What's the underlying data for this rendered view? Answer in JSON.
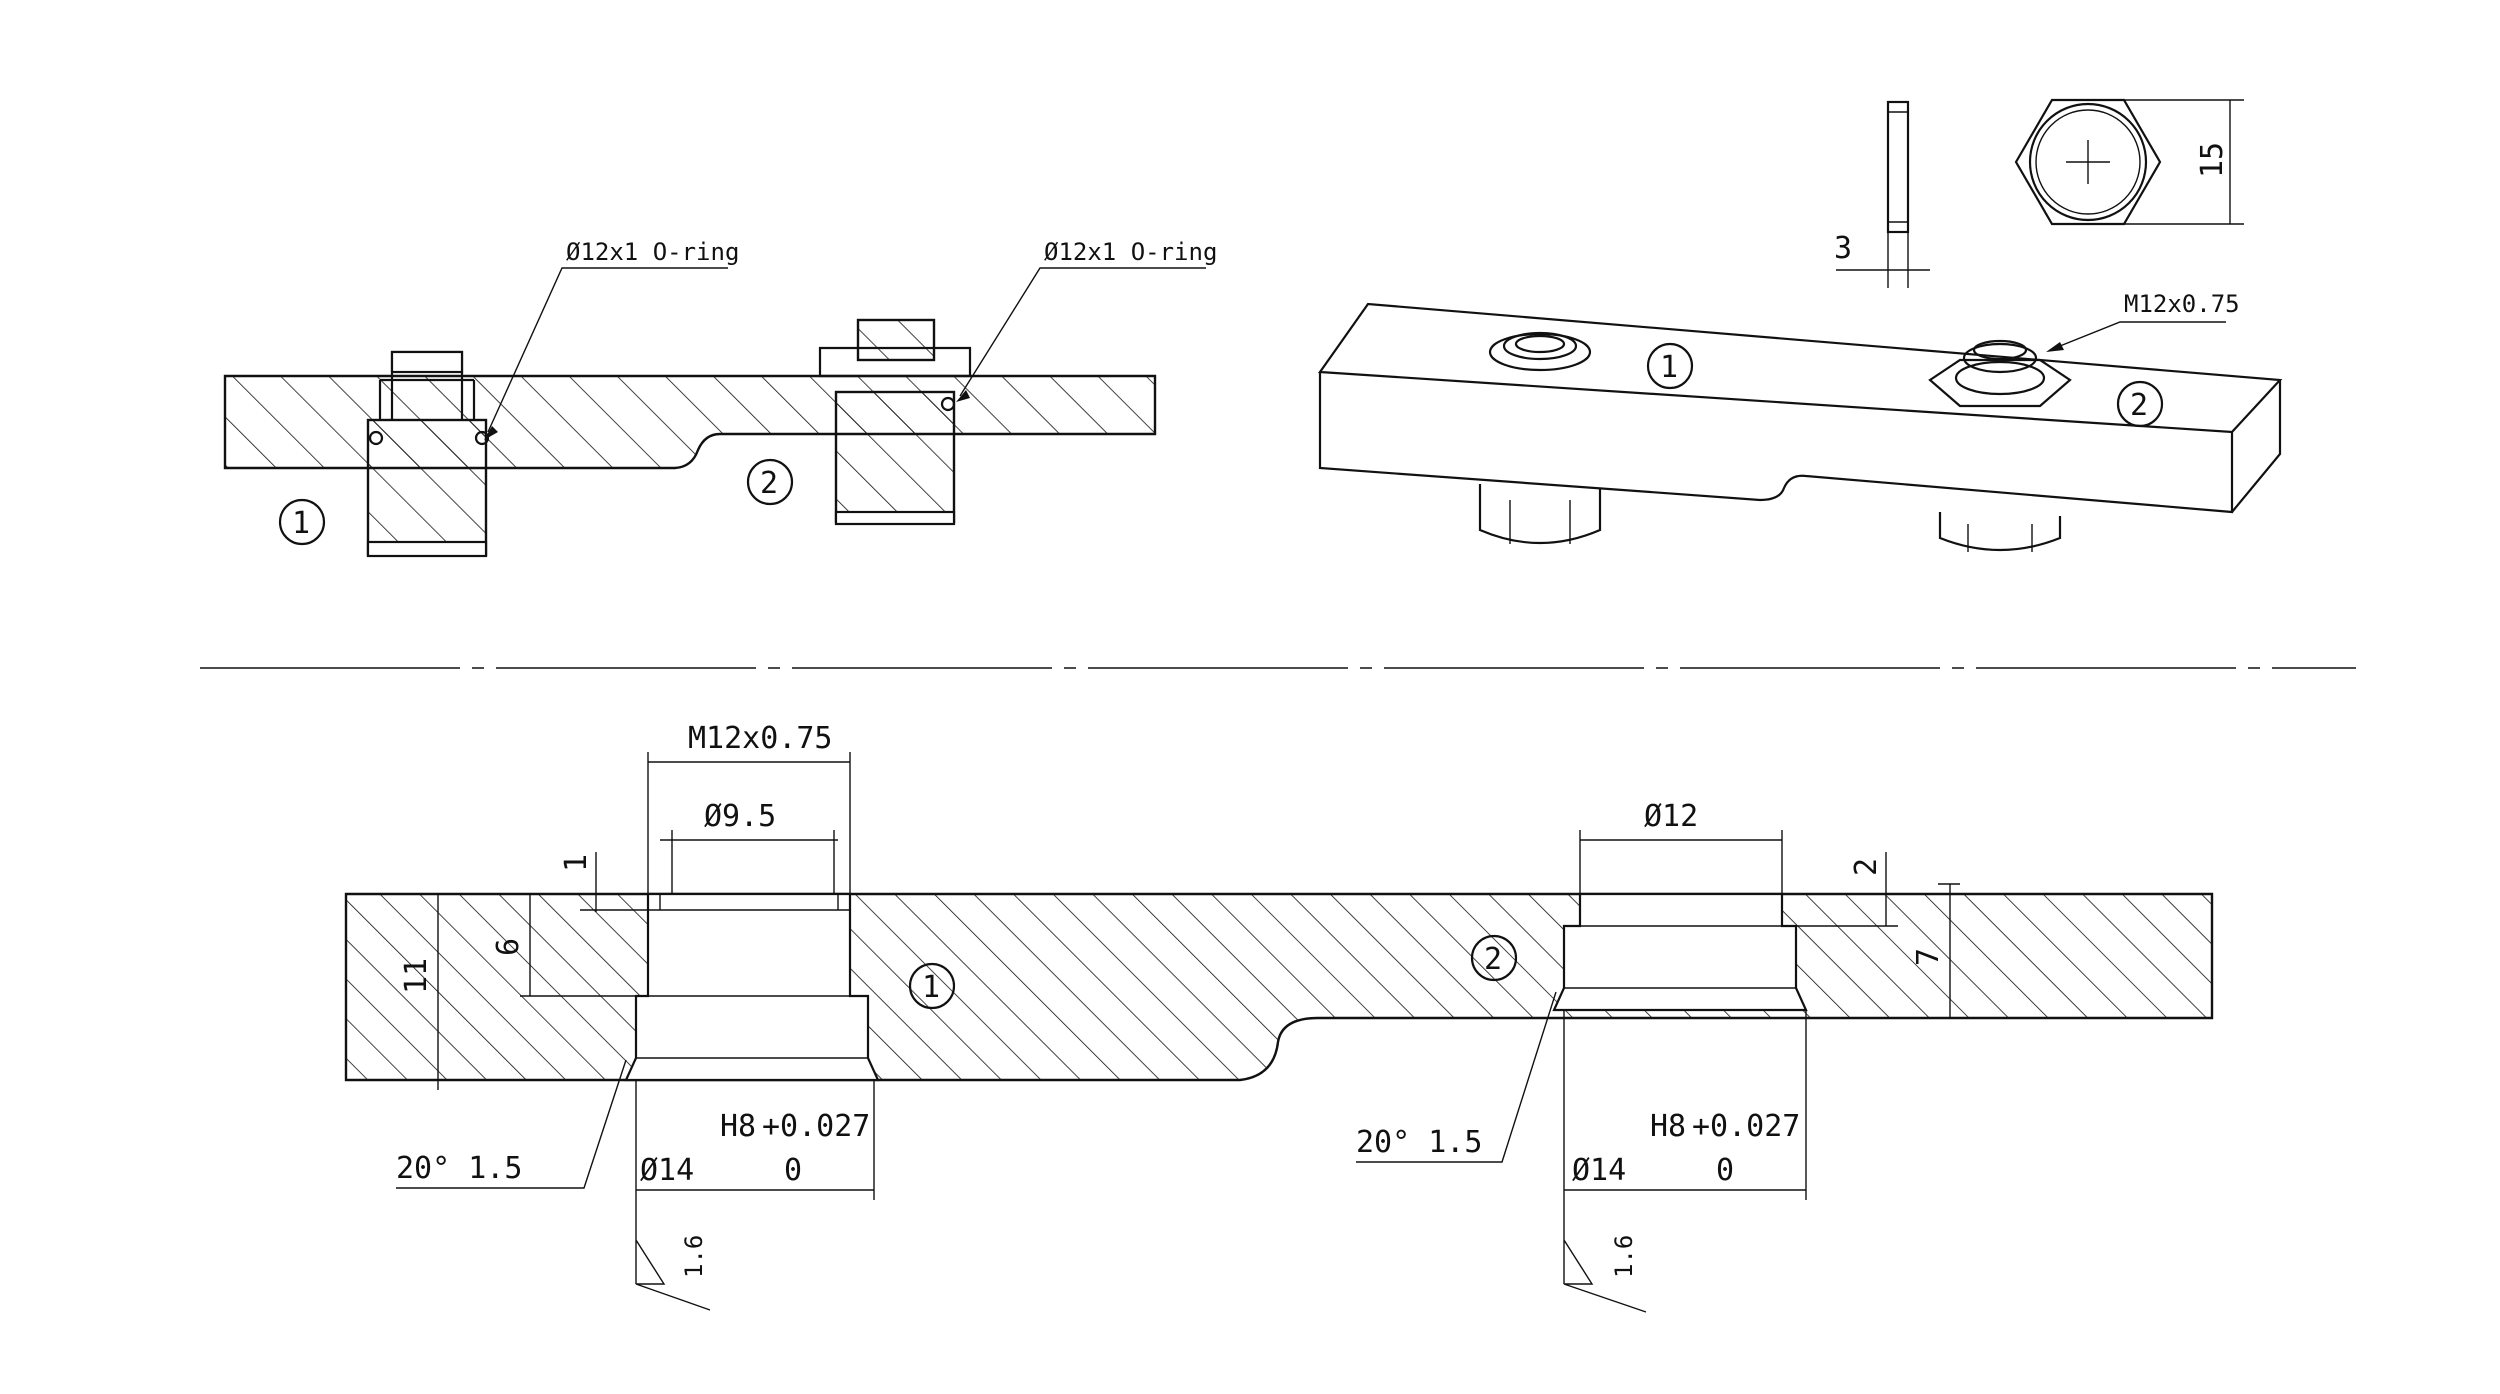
{
  "colors": {
    "line": "#111111",
    "background": "#ffffff"
  },
  "top_section": {
    "oring_callout_left": "Ø12x1 O-ring",
    "oring_callout_right": "Ø12x1 O-ring",
    "balloon_1": "1",
    "balloon_2": "2"
  },
  "iso_view": {
    "balloon_1": "1",
    "balloon_2": "2",
    "thread_callout": "M12x0.75",
    "nut_thickness": "3",
    "nut_width": "15"
  },
  "section_view": {
    "port_1": {
      "balloon": "1",
      "thread": "M12x0.75",
      "bore_diameter": "Ø9.5",
      "depth_small": "1",
      "depth_mid": "6",
      "total_height": "11",
      "chamfer": "20° 1.5",
      "fit_diameter": "Ø14",
      "tolerance_class": "H8",
      "tolerance_upper": "+0.027",
      "tolerance_lower": "0",
      "surface_roughness": "1.6"
    },
    "port_2": {
      "balloon": "2",
      "bore_diameter": "Ø12",
      "depth_small": "2",
      "depth_mid": "7",
      "chamfer": "20° 1.5",
      "fit_diameter": "Ø14",
      "tolerance_class": "H8",
      "tolerance_upper": "+0.027",
      "tolerance_lower": "0",
      "surface_roughness": "1.6"
    }
  }
}
